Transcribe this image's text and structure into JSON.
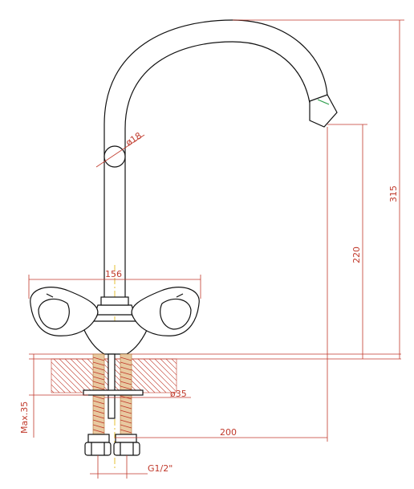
{
  "dimensions": {
    "pipe_diameter": "ø18",
    "handle_span": "156",
    "total_height": "315",
    "spout_height": "220",
    "base_diameter": "ø35",
    "spout_reach": "200",
    "max_counter": "Max.35",
    "thread": "G1/2\""
  },
  "colors": {
    "outline": "#111111",
    "dimension": "#c0392b",
    "axis": "#e0b000",
    "marker": "#2e9e4e"
  }
}
